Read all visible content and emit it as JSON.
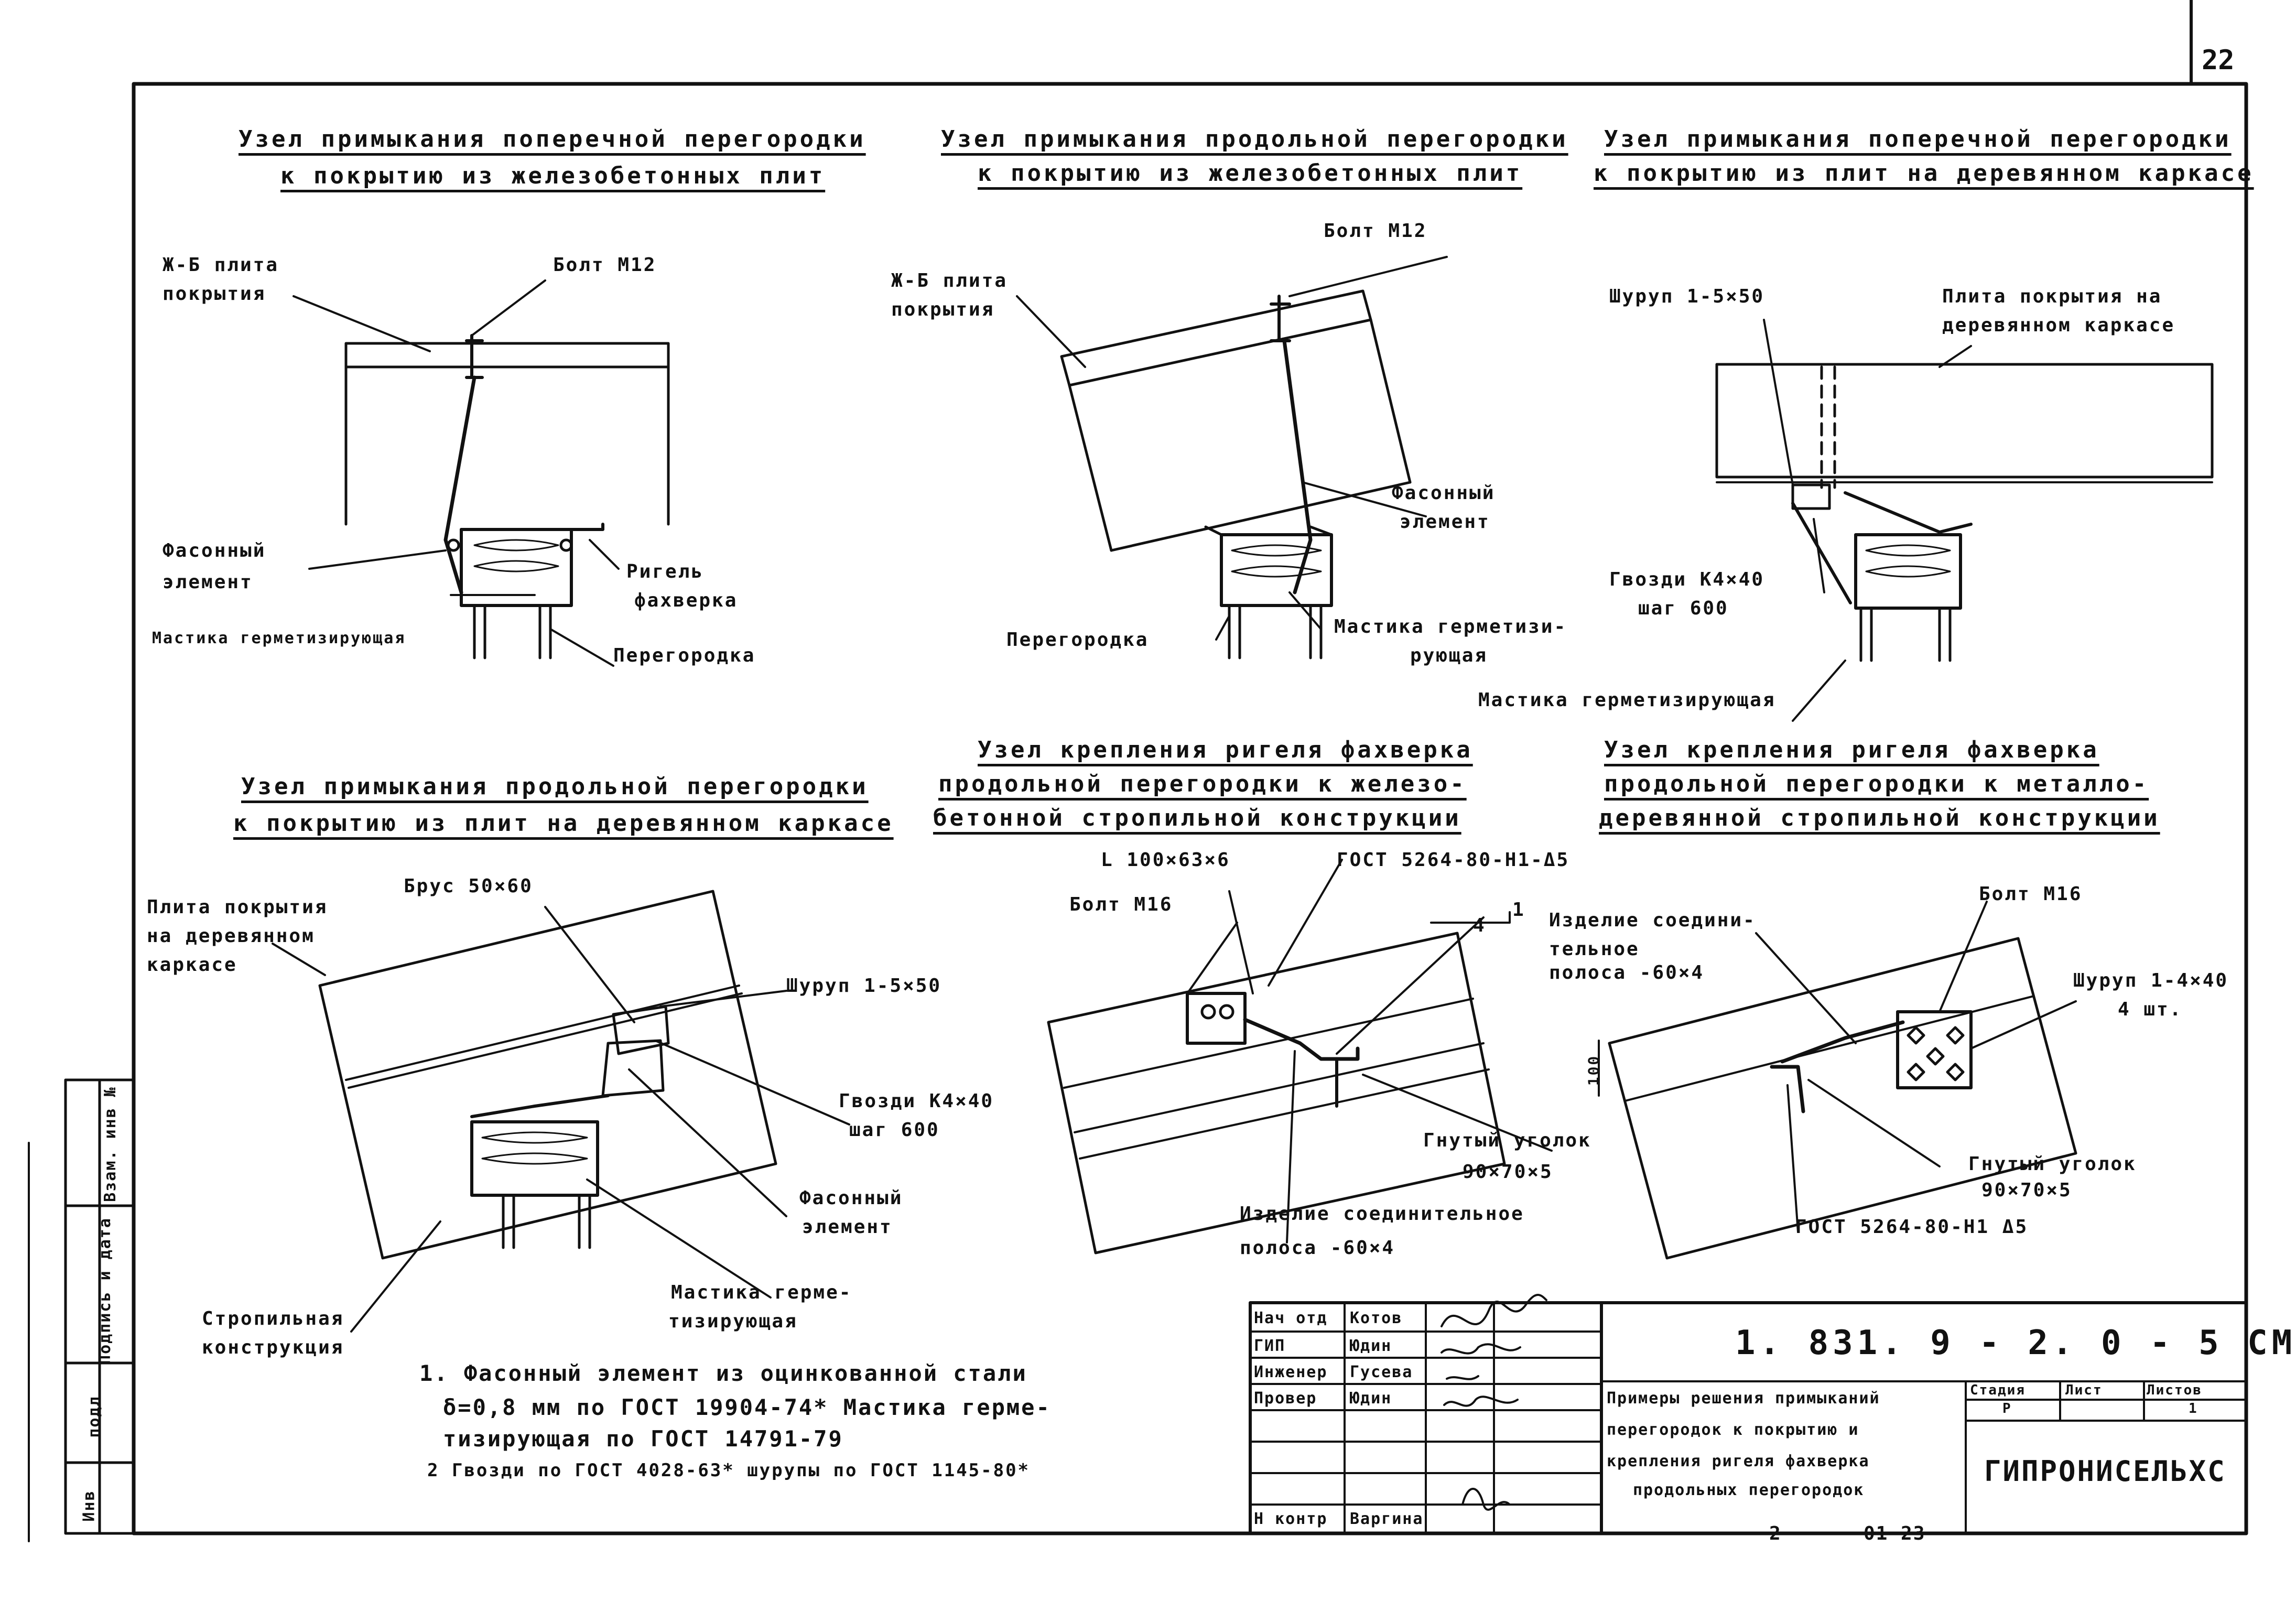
{
  "page_number": "22",
  "titles": [
    [
      "Узел примыкания поперечной перегородки",
      "к покрытию из железобетонных плит"
    ],
    [
      "Узел примыкания продольной перегородки",
      "к покрытию из железобетонных плит"
    ],
    [
      "Узел примыкания поперечной перегородки",
      "к покрытию из плит на деревянном каркасе"
    ],
    [
      "Узел примыкания продольной перегородки",
      "к покрытию из плит на деревянном каркасе"
    ],
    [
      "Узел крепления ригеля фахверка",
      "продольной перегородки к железо-",
      "бетонной стропильной конструкции"
    ],
    [
      "Узел крепления ригеля фахверка",
      "продольной перегородки к металло-",
      "деревянной стропильной конструкции"
    ]
  ],
  "labels": {
    "d1": {
      "slab": [
        "Ж-Б плита",
        "покрытия"
      ],
      "bolt": "Болт М12",
      "shaped": [
        "Фасонный",
        "элемент"
      ],
      "beam": [
        "Ригель",
        "фахверка"
      ],
      "mastic": "Мастика герметизирующая",
      "partition": "Перегородка"
    },
    "d2": {
      "slab": [
        "Ж-Б плита",
        "покрытия"
      ],
      "bolt": "Болт М12",
      "shaped": [
        "Фасонный",
        "элемент"
      ],
      "partition": "Перегородка",
      "mastic": [
        "Мастика герметизи-",
        "рующая"
      ]
    },
    "d3": {
      "screw": "Шуруп 1-5×50",
      "slab": [
        "Плита покрытия на",
        "деревянном каркасе"
      ],
      "nails": [
        "Гвозди К4×40",
        "шаг 600"
      ],
      "mastic": "Мастика герметизирующая"
    },
    "d4": {
      "slab": [
        "Плита покрытия",
        "на деревянном",
        "каркасе"
      ],
      "bar": "Брус 50×60",
      "screw": "Шуруп 1-5×50",
      "nails": [
        "Гвозди К4×40",
        "шаг 600"
      ],
      "shaped": [
        "Фасонный",
        "элемент"
      ],
      "mastic": [
        "Мастика герме-",
        "тизирующая"
      ],
      "truss": [
        "Стропильная",
        "конструкция"
      ]
    },
    "d5": {
      "angle": "L 100×63×6",
      "gost": "ГОСТ 5264-80-Н1-Δ5",
      "bolt": "Болт М16",
      "slope": "1",
      "slope2": "4",
      "bent": [
        "Гнутый уголок",
        "90×70×5"
      ],
      "strip": [
        "Изделие соединительное",
        "полоса -60×4"
      ]
    },
    "d6": {
      "strip": [
        "Изделие соедини-",
        "тельное",
        "полоса -60×4"
      ],
      "bolt": "Болт М16",
      "screw": [
        "Шуруп 1-4×40",
        "4 шт."
      ],
      "dim": "100",
      "bent": [
        "Гнутый уголок",
        "90×70×5"
      ],
      "gost": "ГОСТ 5264-80-Н1 Δ5"
    }
  },
  "notes": [
    "1. Фасонный элемент из оцинкованной стали",
    "δ=0,8 мм по ГОСТ 19904-74* Мастика герме-",
    "тизирующая по ГОСТ 14791-79",
    "2 Гвозди по ГОСТ 4028-63* шурупы по ГОСТ 1145-80*"
  ],
  "side_stamp": [
    "Взам. инв №",
    "Подпись и дата",
    "подл",
    "Инв"
  ],
  "title_block": {
    "code": "1. 831. 9 - 2. 0 - 5 СМ",
    "roles": [
      {
        "role": "Нач отд",
        "name": "Котов"
      },
      {
        "role": "ГИП",
        "name": "Юдин"
      },
      {
        "role": "Инженер",
        "name": "Гусева"
      },
      {
        "role": "Провер",
        "name": "Юдин"
      },
      {
        "role": "",
        "name": ""
      },
      {
        "role": "",
        "name": ""
      },
      {
        "role": "Н контр",
        "name": "Варгина"
      }
    ],
    "description": [
      "Примеры решения примыканий",
      "перегородок к покрытию и",
      "крепления ригеля фахверка",
      "продольных перегородок"
    ],
    "col_stage": "Стадия",
    "col_sheet": "Лист",
    "col_sheets": "Листов",
    "stage": "Р",
    "sheet": "",
    "sheets": "1",
    "org": "ГИПРОНИСЕЛЬХС",
    "footer": [
      "2",
      "01 23"
    ]
  }
}
